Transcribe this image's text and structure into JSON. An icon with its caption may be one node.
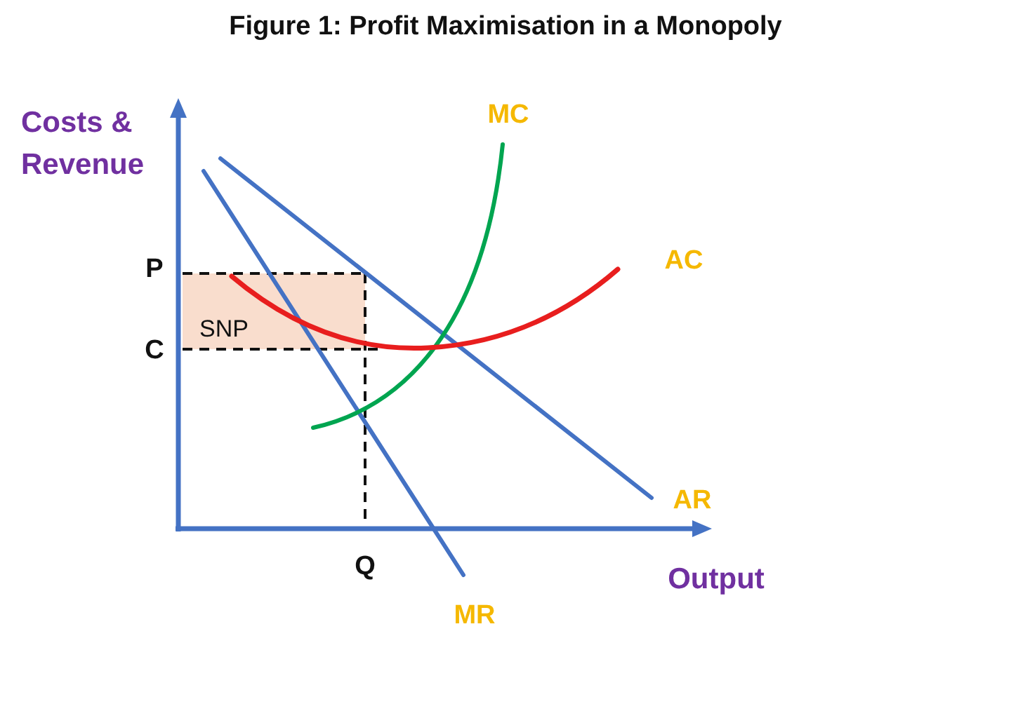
{
  "diagram": {
    "title": "Figure 1: Profit Maximisation in a Monopoly",
    "nodes": [
      {
        "text": [
          "SNP"
        ]
      }
    ],
    "labels": [
      "Costs & Revenue",
      "MC",
      "AC",
      "P",
      "C",
      "AR",
      "Q",
      "Output",
      "MR"
    ]
  }
}
